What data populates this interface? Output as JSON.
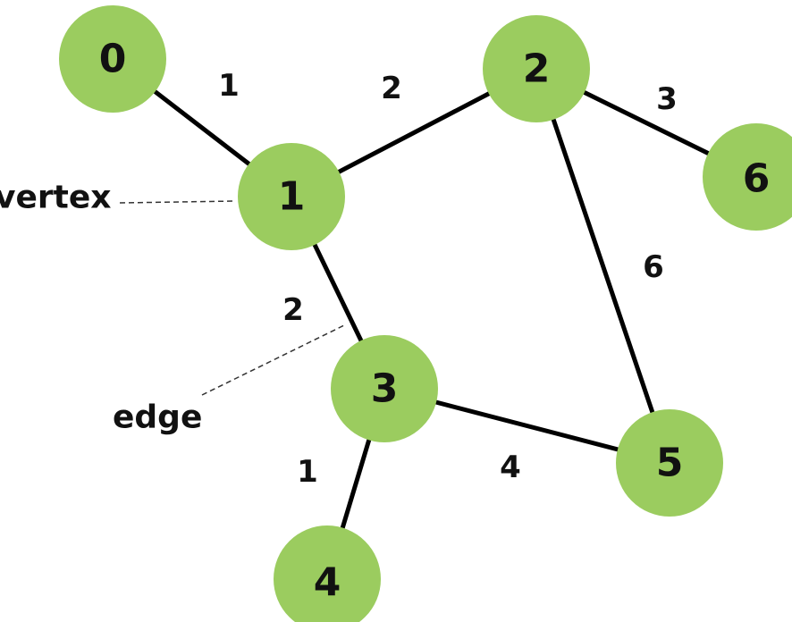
{
  "colors": {
    "node_fill": "#9bcc5f",
    "edge": "#000000",
    "text": "#111111"
  },
  "graph": {
    "nodes": [
      {
        "id": "0",
        "label": "0"
      },
      {
        "id": "1",
        "label": "1"
      },
      {
        "id": "2",
        "label": "2"
      },
      {
        "id": "3",
        "label": "3"
      },
      {
        "id": "4",
        "label": "4"
      },
      {
        "id": "5",
        "label": "5"
      },
      {
        "id": "6",
        "label": "6"
      }
    ],
    "edges": [
      {
        "from": "0",
        "to": "1",
        "weight": "1"
      },
      {
        "from": "1",
        "to": "2",
        "weight": "2"
      },
      {
        "from": "2",
        "to": "6",
        "weight": "3"
      },
      {
        "from": "2",
        "to": "5",
        "weight": "6"
      },
      {
        "from": "1",
        "to": "3",
        "weight": "2"
      },
      {
        "from": "3",
        "to": "5",
        "weight": "4"
      },
      {
        "from": "3",
        "to": "4",
        "weight": "1"
      }
    ]
  },
  "annotations": {
    "vertex_label": "vertex",
    "edge_label": "edge"
  }
}
